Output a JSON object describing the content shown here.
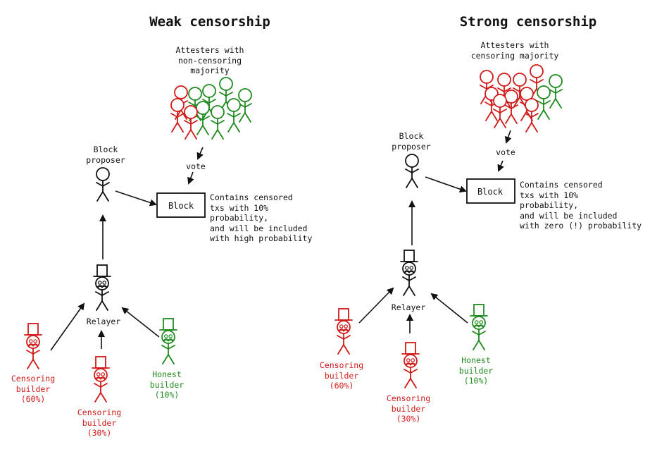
{
  "colors": {
    "censoring": "#d11a1a",
    "honest": "#1f8a1f",
    "ink": "#111111"
  },
  "weak": {
    "title": "Weak censorship",
    "attesters_label": "Attesters with\nnon-censoring\nmajority",
    "vote_label": "vote",
    "proposer_label": "Block\nproposer",
    "block_label": "Block",
    "block_note": "Contains censored\ntxs with 10%\nprobability,\nand will be included\nwith high probability",
    "relayer_label": "Relayer",
    "builders": [
      {
        "label": "Censoring\nbuilder\n(60%)",
        "type": "censoring"
      },
      {
        "label": "Censoring\nbuilder\n(30%)",
        "type": "censoring"
      },
      {
        "label": "Honest\nbuilder\n(10%)",
        "type": "honest"
      }
    ]
  },
  "strong": {
    "title": "Strong censorship",
    "attesters_label": "Attesters with\ncensoring majority",
    "vote_label": "vote",
    "proposer_label": "Block\nproposer",
    "block_label": "Block",
    "block_note": "Contains censored\ntxs with 10%\nprobability,\nand will be included\nwith zero (!) probability",
    "relayer_label": "Relayer",
    "builders": [
      {
        "label": "Censoring\nbuilder\n(60%)",
        "type": "censoring"
      },
      {
        "label": "Censoring\nbuilder\n(30%)",
        "type": "censoring"
      },
      {
        "label": "Honest\nbuilder\n(10%)",
        "type": "honest"
      }
    ]
  }
}
